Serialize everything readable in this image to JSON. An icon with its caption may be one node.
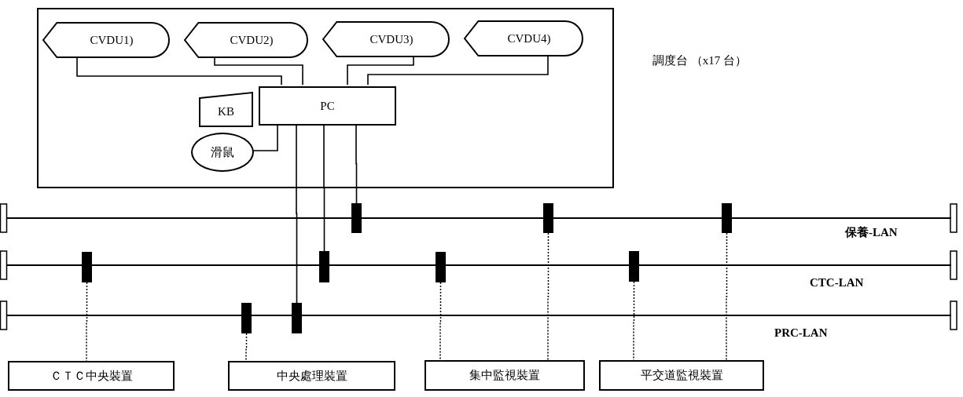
{
  "diagram": {
    "nodes": [
      {
        "text": [],
        "shape": "box",
        "beside": [
          "調度台 （x17 台）"
        ]
      },
      {
        "text": [
          "CVDU1)"
        ],
        "in": 0
      },
      {
        "text": [
          "CVDU2)"
        ],
        "in": 0
      },
      {
        "text": [
          "CVDU3)"
        ],
        "in": 0
      },
      {
        "text": [
          "CVDU4)"
        ],
        "in": 0
      },
      {
        "text": [
          "PC"
        ],
        "in": 0
      },
      {
        "text": [
          "KB"
        ],
        "in": 0
      },
      {
        "text": [
          "滑鼠"
        ],
        "in": 0
      },
      {
        "text": [
          "保養-LAN"
        ]
      },
      {
        "text": [],
        "shape": "bar",
        "in": 8
      },
      {
        "text": [],
        "shape": "bar",
        "in": 8
      },
      {
        "text": [],
        "shape": "bar",
        "in": 8
      },
      {
        "text": [
          "CTC-LAN"
        ]
      },
      {
        "text": [],
        "shape": "bar",
        "in": 12
      },
      {
        "text": [],
        "shape": "bar",
        "in": 12
      },
      {
        "text": [],
        "shape": "bar",
        "in": 12
      },
      {
        "text": [],
        "shape": "bar",
        "in": 12
      },
      {
        "text": [
          "PRC-LAN"
        ]
      },
      {
        "text": [],
        "shape": "bar",
        "in": 17
      },
      {
        "text": [],
        "shape": "bar",
        "in": 17
      },
      {
        "text": [
          "ＣＴＣ中央裝置"
        ]
      },
      {
        "text": [
          "中央處理裝置"
        ]
      },
      {
        "text": [
          "集中監視裝置"
        ]
      },
      {
        "text": [
          "平交道監視裝置"
        ]
      }
    ],
    "edges": [
      {
        "from": 1,
        "to": 5,
        "arrow": "none"
      },
      {
        "from": 2,
        "to": 5,
        "arrow": "none"
      },
      {
        "from": 3,
        "to": 5,
        "arrow": "none"
      },
      {
        "from": 4,
        "to": 5,
        "arrow": "none"
      },
      {
        "from": 7,
        "to": 5,
        "arrow": "none"
      },
      {
        "from": 5,
        "to": 19,
        "arrow": "none"
      },
      {
        "from": 5,
        "to": 14,
        "arrow": "none"
      },
      {
        "from": 5,
        "to": 9,
        "arrow": "none"
      },
      {
        "from": 13,
        "to": 20,
        "arrow": "none",
        "style": "dashed"
      },
      {
        "from": 18,
        "to": 21,
        "arrow": "none",
        "style": "dashed"
      },
      {
        "from": 15,
        "to": 22,
        "arrow": "none",
        "style": "dashed"
      },
      {
        "from": 10,
        "to": 22,
        "arrow": "none",
        "style": "dashed"
      },
      {
        "from": 16,
        "to": 23,
        "arrow": "none",
        "style": "dashed"
      },
      {
        "from": 11,
        "to": 23,
        "arrow": "none",
        "style": "dashed"
      }
    ]
  }
}
